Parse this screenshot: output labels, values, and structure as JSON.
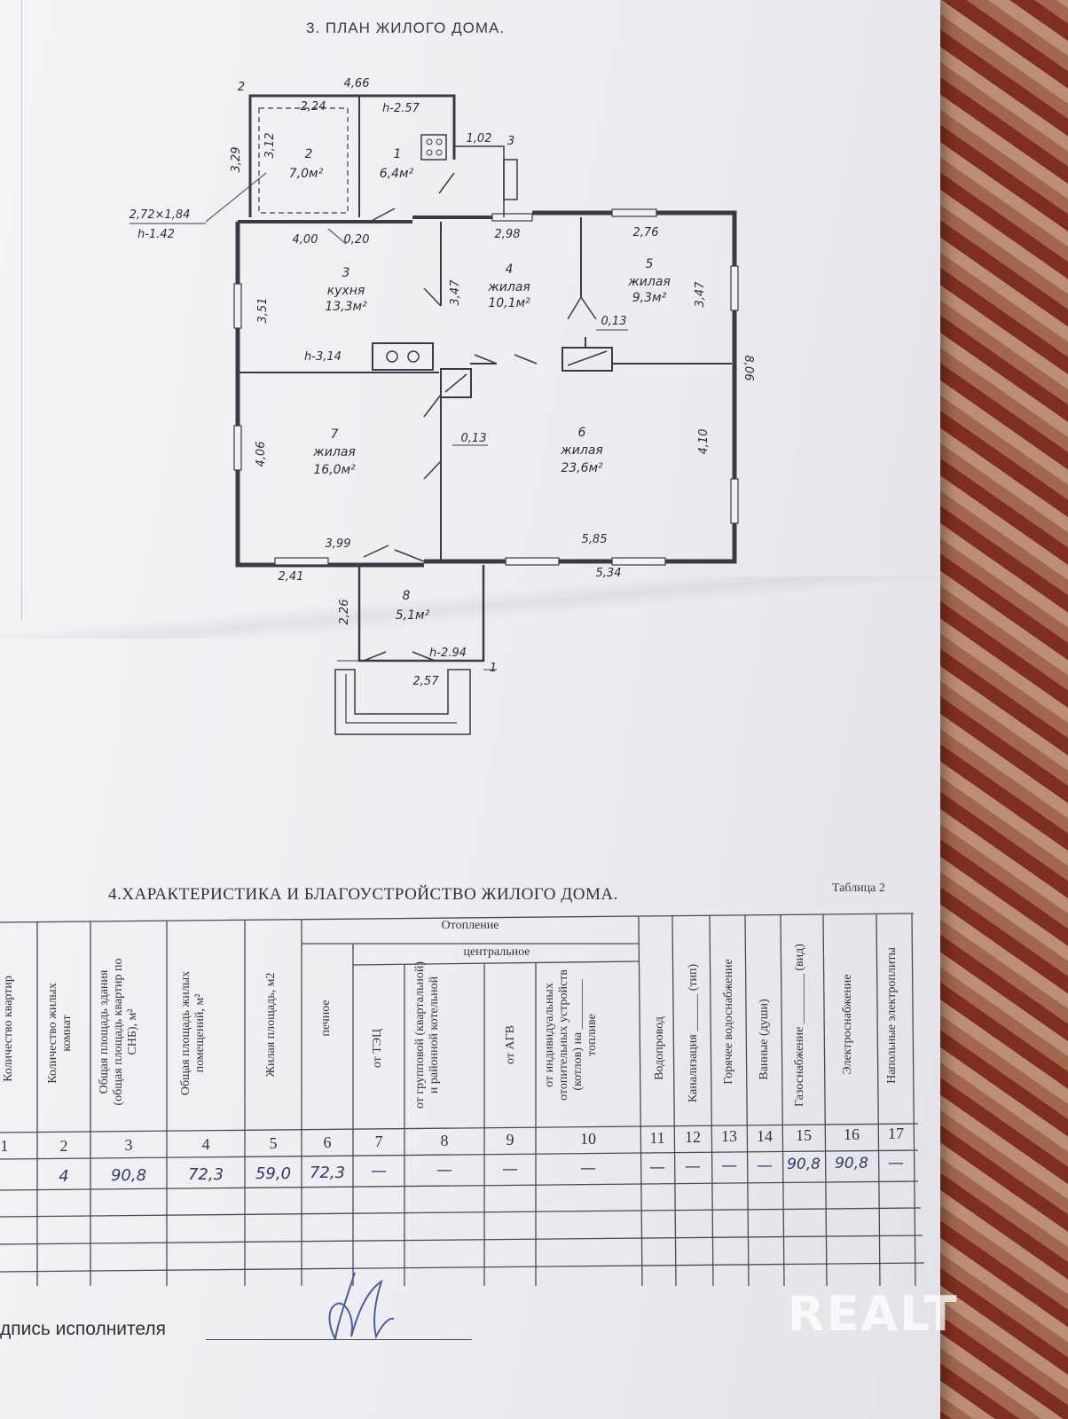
{
  "plan": {
    "title": "3. ПЛАН  ЖИЛОГО  ДОМА.",
    "rooms": [
      {
        "no": "1",
        "name": "",
        "area": "6,4м²"
      },
      {
        "no": "2",
        "name": "",
        "area": "7,0м²"
      },
      {
        "no": "3",
        "name": "кухня",
        "area": "13,3м²"
      },
      {
        "no": "4",
        "name": "жилая",
        "area": "10,1м²"
      },
      {
        "no": "5",
        "name": "жилая",
        "area": "9,3м²"
      },
      {
        "no": "6",
        "name": "жилая",
        "area": "23,6м²"
      },
      {
        "no": "7",
        "name": "жилая",
        "area": "16,0м²"
      },
      {
        "no": "8",
        "name": "",
        "area": "5,1м²"
      }
    ],
    "dims": {
      "top_total": "4,66",
      "d224": "2,24",
      "h257": "h-2.57",
      "d102": "1,02",
      "d329": "3,29",
      "d312": "3,12",
      "d272": "2,72×1,84",
      "h142": "h-1.42",
      "d400": "4,00",
      "d020": "0,20",
      "d298": "2,98",
      "d276": "2,76",
      "d351": "3,51",
      "d347a": "3,47",
      "d347b": "3,47",
      "d013a": "0,13",
      "h314": "h-3,14",
      "d806": "8,06",
      "d406": "4,06",
      "d013b": "0,13",
      "d410": "4,10",
      "d399": "3,99",
      "d585": "5,85",
      "d241": "2,41",
      "d534": "5,34",
      "d226": "2,26",
      "h294": "h-2.94",
      "d257": "2,57"
    },
    "markers": {
      "m1": "1",
      "m2": "2",
      "m3": "3"
    }
  },
  "section4": {
    "title": "4.ХАРАКТЕРИСТИКА И БЛАГОУСТРОЙСТВО ЖИЛОГО ДОМА.",
    "table_label": "Таблица 2",
    "group_heating": "Отопление",
    "group_central": "центральное",
    "columns": [
      "Количество квартир",
      "Количество жилых комнат",
      "Общая площадь здания (общая площадь квартир по СНБ), м²",
      "Общая площадь жилых помещений, м²",
      "Жилая площадь, м2",
      "печное",
      "от ТЭЦ",
      "от групповой (квартальной) и районной котельной",
      "от АГВ",
      "от индивидуальных отопительных устройств (котлов) на ________ топливе",
      "Водопровод",
      "Канализация ______ (тип)",
      "Горячее водоснабжение",
      "Ванные (души)",
      "Газоснабжение ________ (вид)",
      "Электроснабжение",
      "Напольные электроплиты"
    ],
    "column_numbers": [
      "1",
      "2",
      "3",
      "4",
      "5",
      "6",
      "7",
      "8",
      "9",
      "10",
      "11",
      "12",
      "13",
      "14",
      "15",
      "16",
      "17"
    ],
    "row_values": [
      "",
      "4",
      "90,8",
      "72,3",
      "59,0",
      "72,3",
      "—",
      "—",
      "—",
      "—",
      "—",
      "—",
      "—",
      "—",
      "90,8",
      "90,8",
      "—"
    ]
  },
  "signature": {
    "label": "дпись исполнителя"
  },
  "watermark": "REALT"
}
